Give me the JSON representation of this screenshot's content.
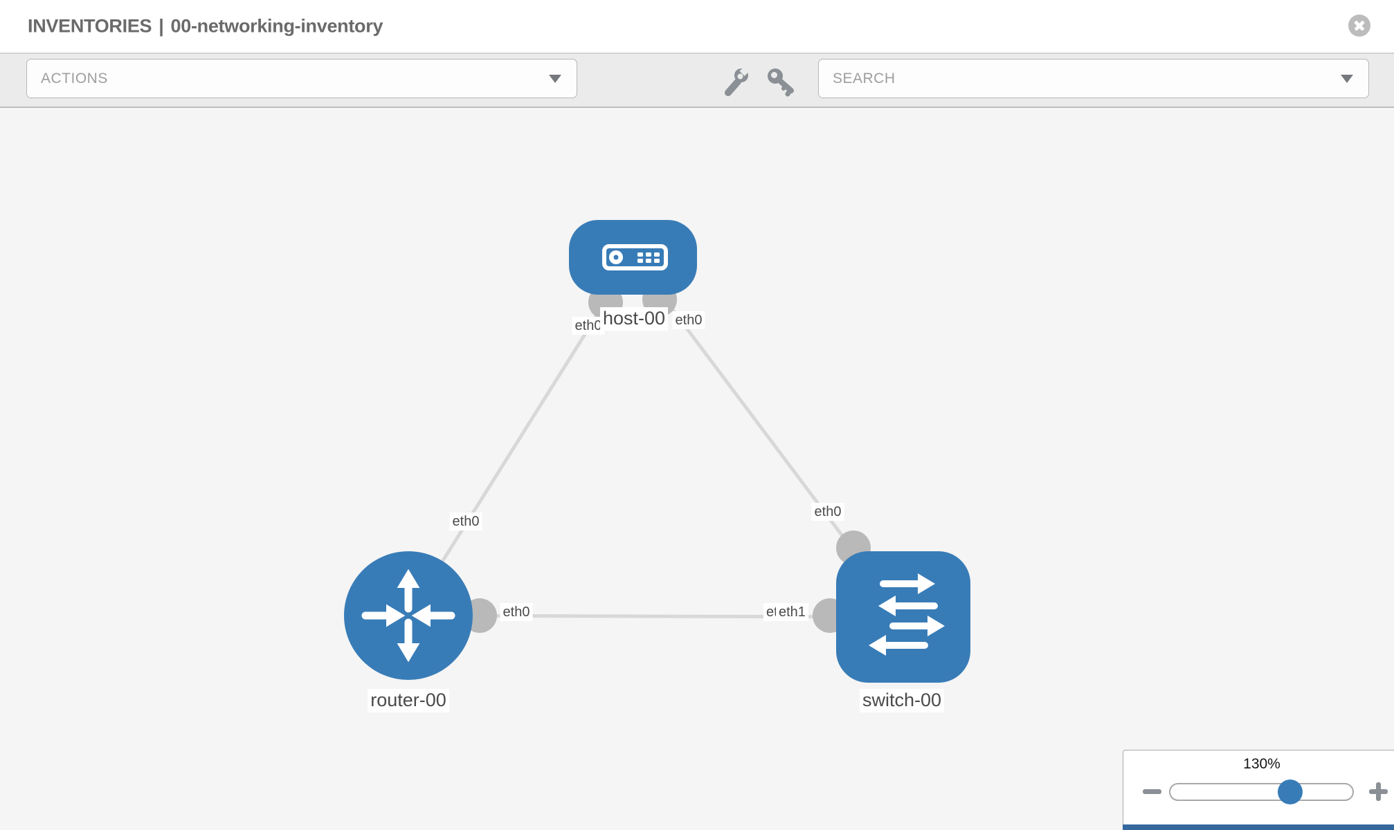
{
  "window": {
    "title_section": "INVENTORIES",
    "title_separator": "|",
    "title_item": "00-networking-inventory",
    "close_icon": "close-icon"
  },
  "toolbar": {
    "actions": {
      "label": "ACTIONS",
      "icon": "chevron-down-icon"
    },
    "tools": [
      {
        "icon": "wrench-icon"
      },
      {
        "icon": "key-icon"
      }
    ],
    "search": {
      "placeholder": "SEARCH",
      "icon": "chevron-down-icon"
    }
  },
  "topology": {
    "nodes": [
      {
        "label": "host-00",
        "type": "host",
        "icon": "server-icon"
      },
      {
        "label": "router-00",
        "type": "router",
        "icon": "router-arrows-icon"
      },
      {
        "label": "switch-00",
        "type": "switch",
        "icon": "switch-arrows-icon"
      }
    ],
    "links": [
      {
        "source": "host-00",
        "target": "router-00",
        "source_interface": "eth0",
        "target_interface": "eth0"
      },
      {
        "source": "host-00",
        "target": "switch-00",
        "source_interface": "eth0",
        "target_interface": "eth0"
      },
      {
        "source": "router-00",
        "target": "switch-00",
        "source_interface": "eth0",
        "target_interface": "eth1"
      }
    ],
    "overlapped_label": {
      "bottom": "eth0",
      "top": "eth1"
    },
    "colors": {
      "node_blue": "#387cb7",
      "link_gray": "#d8d8d8",
      "connector_gray": "#b9b9b9",
      "label_text": "#4a4a4a"
    }
  },
  "zoom_control": {
    "value": "130%",
    "minus_icon": "minus-icon",
    "plus_icon": "plus-icon"
  }
}
